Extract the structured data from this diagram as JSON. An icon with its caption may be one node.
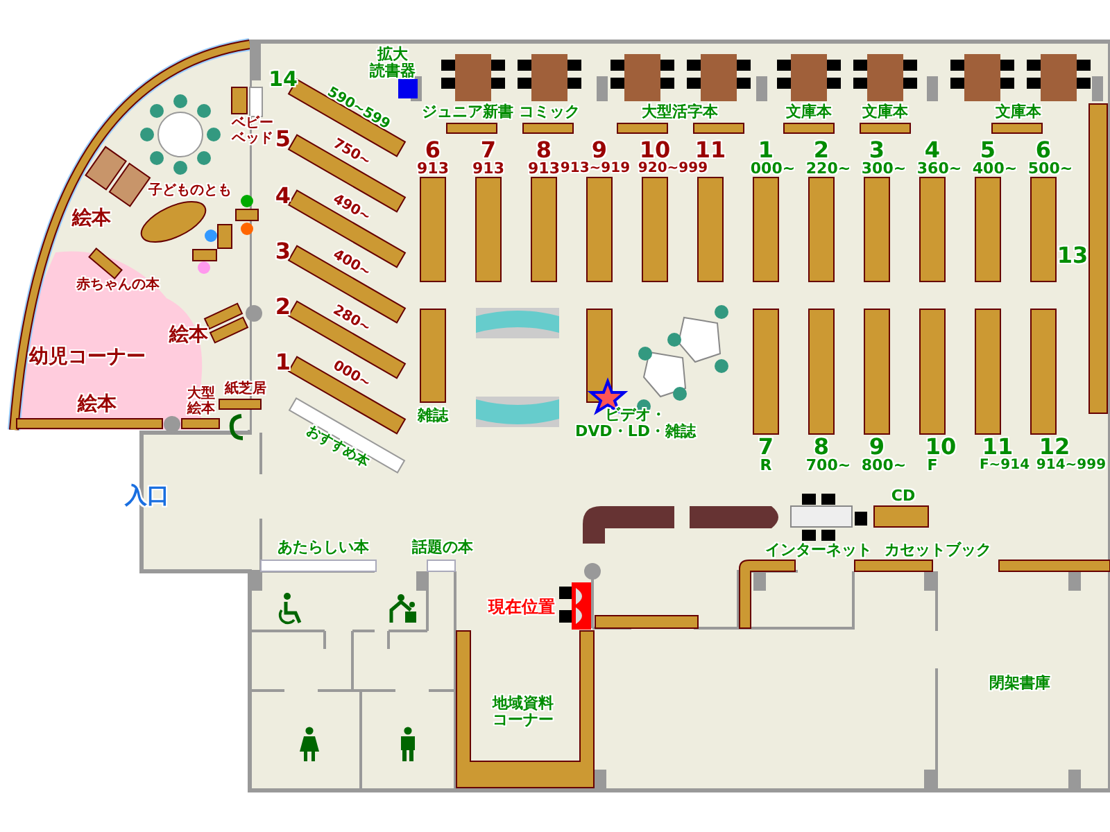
{
  "diagram": {
    "labels": [
      "拡大読書器",
      "14",
      "590~599",
      "ベビーベッド",
      "ジュニア新書",
      "コミック",
      "大型活字本",
      "文庫本",
      "文庫本",
      "文庫本",
      "5",
      "750~",
      "6",
      "913",
      "7",
      "913",
      "8",
      "913",
      "9",
      "913~919",
      "10",
      "920~999",
      "11",
      "1",
      "000~",
      "2",
      "220~",
      "3",
      "300~",
      "4",
      "360~",
      "5",
      "400~",
      "6",
      "500~",
      "子どものとも",
      "4",
      "490~",
      "絵本",
      "3",
      "400~",
      "13",
      "赤ちゃんの本",
      "2",
      "280~",
      "絵本",
      "幼児コーナー",
      "1",
      "000~",
      "大型絵本",
      "紙芝居",
      "絵本",
      "雑誌",
      "ビデオ・DVD・LD・雑誌",
      "おすすめ本",
      "7",
      "R",
      "8",
      "700~",
      "9",
      "800~",
      "10",
      "F",
      "11",
      "F~914",
      "12",
      "914~999",
      "入口",
      "CD",
      "あたらしい本",
      "話題の本",
      "インターネット",
      "カセットブック",
      "現在位置",
      "地域資料コーナー",
      "閉架書庫"
    ]
  }
}
